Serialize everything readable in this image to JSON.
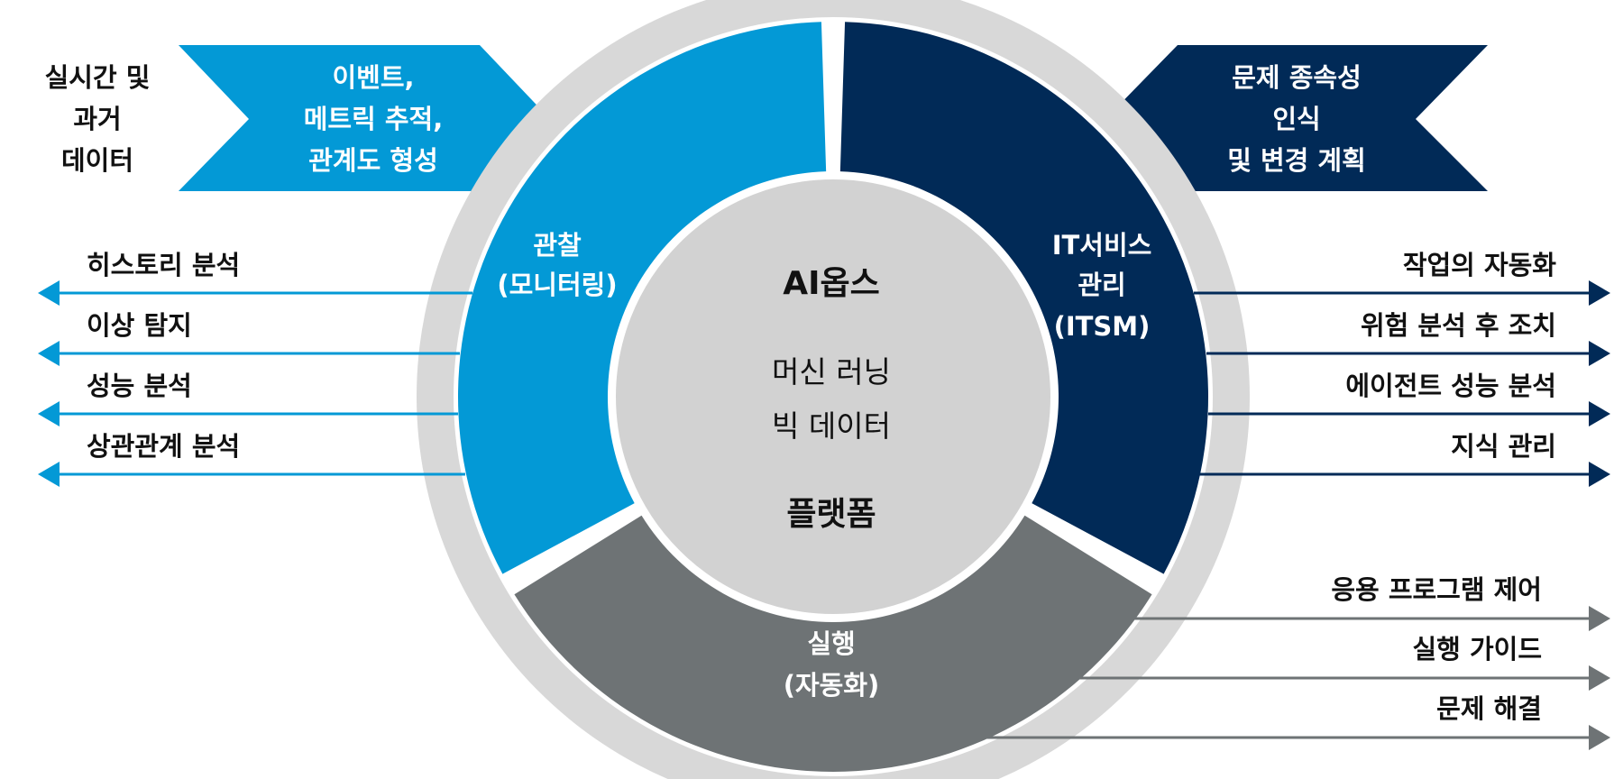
{
  "colors": {
    "light_blue": "#0399d6",
    "navy": "#012a57",
    "gray_segment": "#6e7375",
    "ring_outer": "#d8d8d8",
    "inner_disk": "#d2d2d2",
    "text_dark": "#111111",
    "white": "#ffffff"
  },
  "top_left_label": [
    "실시간 및",
    "과거",
    "데이터"
  ],
  "left_chevron": [
    "이벤트,",
    "메트릭 추적,",
    "관계도 형성"
  ],
  "right_chevron": [
    "문제 종속성",
    "인식",
    "및 변경 계획"
  ],
  "segments": {
    "observe": [
      "관찰",
      "(모니터링)"
    ],
    "itsm": [
      "IT서비스",
      "관리",
      "(ITSM)"
    ],
    "execute": [
      "실행",
      "(자동화)"
    ]
  },
  "center": {
    "title": "AI옵스",
    "line1": "머신 러닝",
    "line2": "빅 데이터",
    "footer": "플랫폼"
  },
  "left_outputs": [
    "히스토리 분석",
    "이상 탐지",
    "성능 분석",
    "상관관계 분석"
  ],
  "right_outputs": [
    "작업의 자동화",
    "위험 분석 후 조치",
    "에이전트 성능 분석",
    "지식 관리"
  ],
  "bottom_outputs": [
    "응용 프로그램 제어",
    "실행 가이드",
    "문제 해결"
  ]
}
